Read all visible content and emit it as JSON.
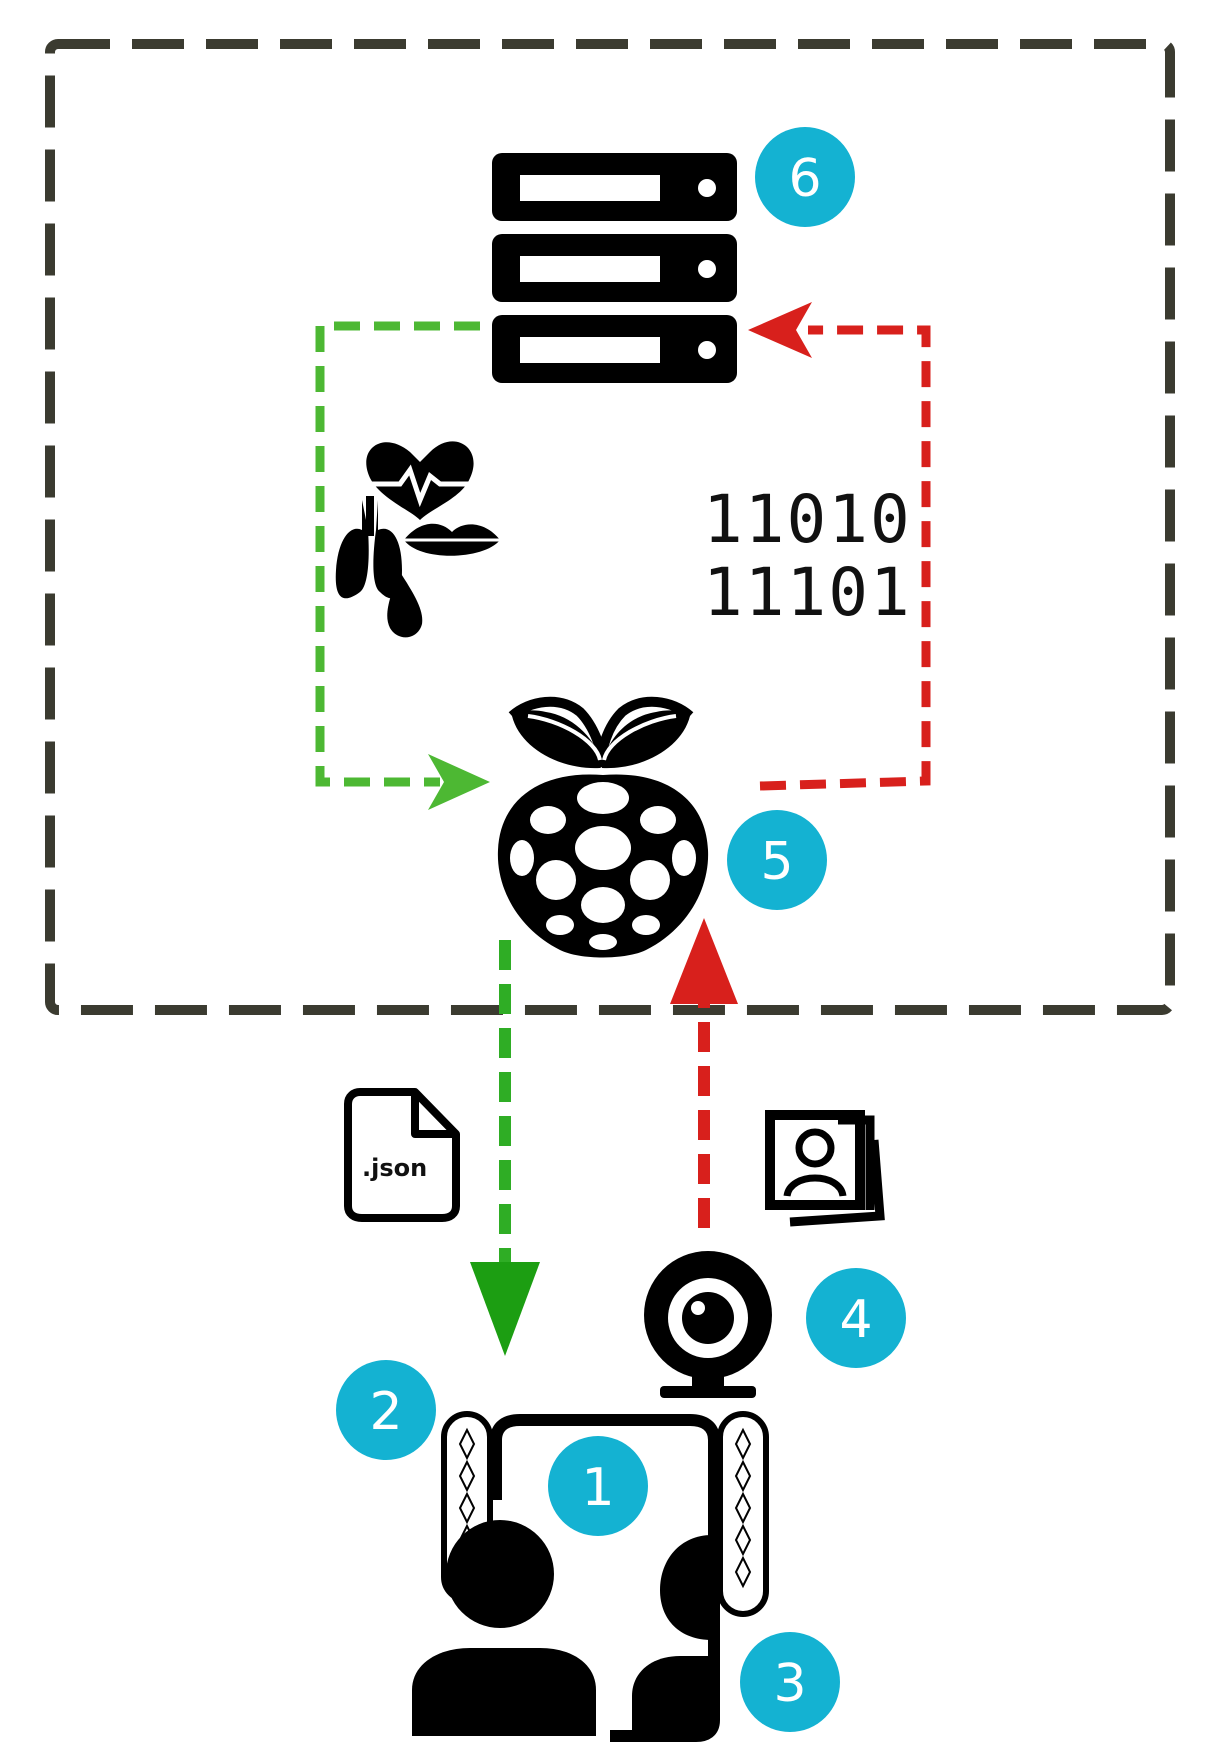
{
  "badges": {
    "b1": "1",
    "b2": "2",
    "b3": "3",
    "b4": "4",
    "b5": "5",
    "b6": "6"
  },
  "binary": {
    "line1": "11010",
    "line2": "11101"
  },
  "file_icon": {
    "label": ".json"
  },
  "colors": {
    "boundary": "#3b3b30",
    "response_flow": "#2fad25",
    "request_flow": "#d8201c",
    "badge": "#14b2d2",
    "icon": "#000000"
  },
  "icons": [
    "server-icon",
    "health-icon",
    "raspberry-pi-icon",
    "json-file-icon",
    "photos-icon",
    "webcam-icon",
    "robot-icon",
    "people-icon"
  ]
}
